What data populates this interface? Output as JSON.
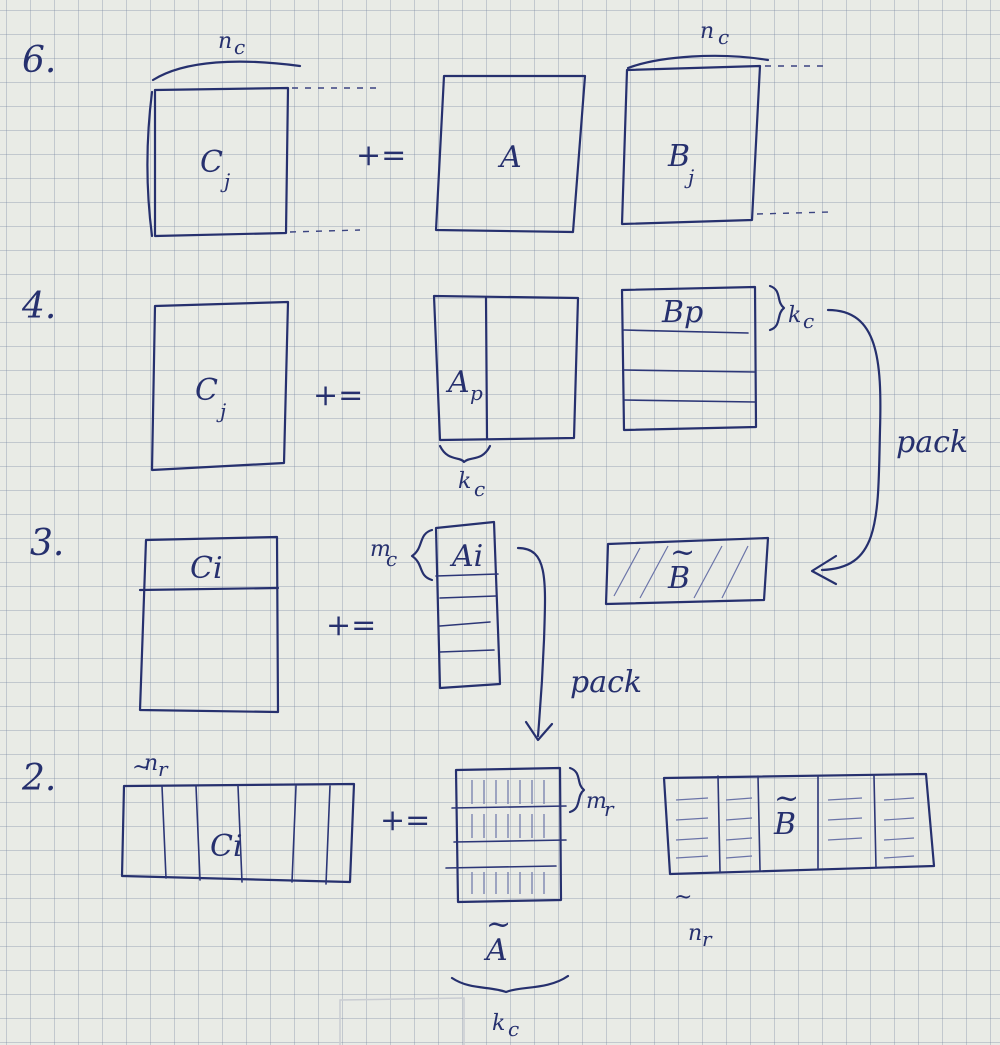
{
  "steps": [
    {
      "number": "6.",
      "c_label": "C",
      "c_sub": "j",
      "op": "+=",
      "a_label": "A",
      "b_label": "B",
      "b_sub": "j",
      "dim_c_top": "n",
      "dim_c_top_sub": "c",
      "dim_b_top": "n",
      "dim_b_top_sub": "c"
    },
    {
      "number": "4.",
      "c_label": "C",
      "c_sub": "j",
      "op": "+=",
      "a_label": "A",
      "a_sub": "p",
      "b_label": "Bp",
      "dim_b_side": "k",
      "dim_b_side_sub": "c",
      "dim_a_bottom": "k",
      "dim_a_bottom_sub": "c",
      "arrow_label": "pack"
    },
    {
      "number": "3.",
      "c_label": "Ci",
      "op": "+=",
      "a_label": "Ai",
      "dim_a_side": "m",
      "dim_a_side_sub": "c",
      "b_label": "B",
      "b_tilde": "~",
      "arrow_label": "pack"
    },
    {
      "number": "2.",
      "c_label": "Ci",
      "dim_c_top": "n",
      "dim_c_top_sub": "r",
      "op": "+=",
      "dim_a_side": "m",
      "dim_a_side_sub": "r",
      "a_label": "A",
      "a_tilde": "~",
      "b_label": "B",
      "b_tilde": "~",
      "dim_b_bottom": "n",
      "dim_b_bottom_sub": "r",
      "dim_a_bottom": "k",
      "dim_a_bottom_sub": "c"
    }
  ]
}
